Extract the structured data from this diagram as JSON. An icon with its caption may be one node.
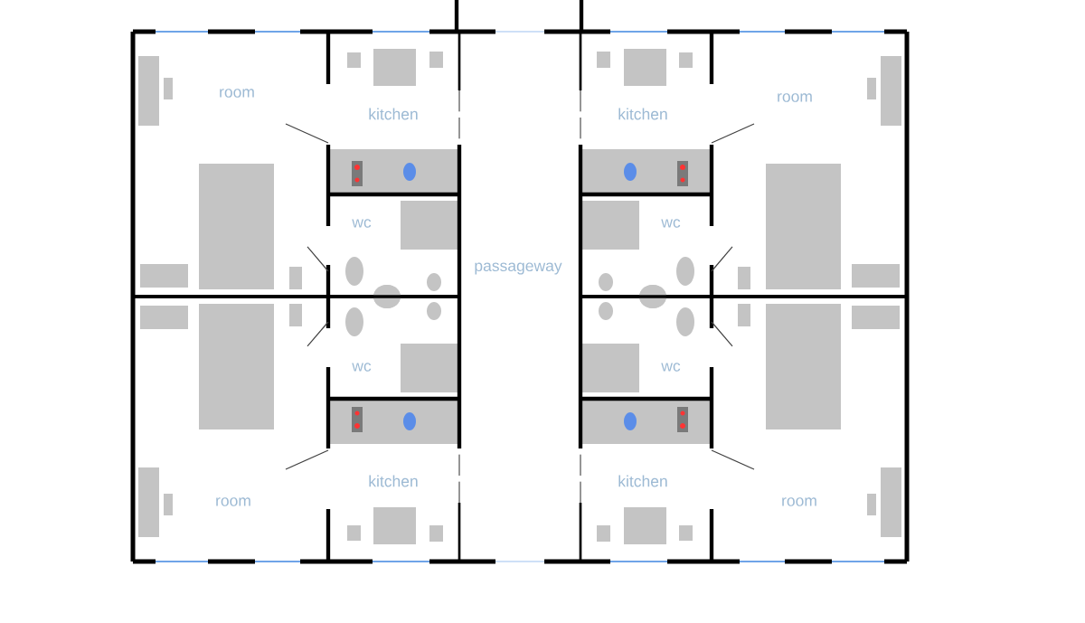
{
  "diagram": {
    "labels": [
      "room",
      "room",
      "kitchen",
      "kitchen",
      "wc",
      "wc",
      "passageway",
      "wc",
      "wc",
      "kitchen",
      "kitchen",
      "room",
      "room"
    ]
  }
}
